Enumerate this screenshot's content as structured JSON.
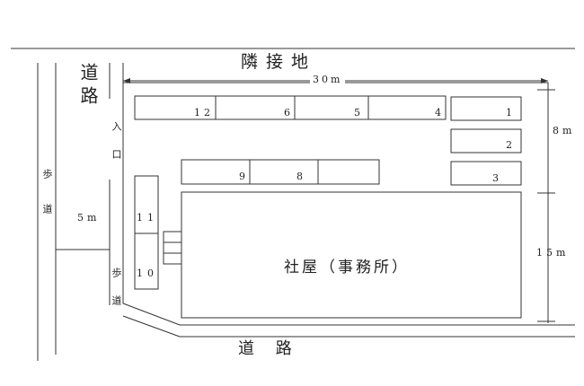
{
  "labels": {
    "neighbor_land": "隣接地",
    "road_top": "道路",
    "road_bottom": "道 路",
    "entrance": "入口",
    "sidewalk_left": "歩道",
    "sidewalk_right": "歩道",
    "office": "社屋（事務所）"
  },
  "dimensions": {
    "width_top": "30m",
    "left_width": "5m",
    "right_upper": "8m",
    "right_lower": "15m"
  },
  "spaces": {
    "s1": "1",
    "s2": "2",
    "s3": "3",
    "s4": "4",
    "s5": "5",
    "s6": "6",
    "s8": "8",
    "s9": "9",
    "s10": "10",
    "s11": "11",
    "s12": "12"
  },
  "colors": {
    "line": "#333333",
    "background": "#ffffff"
  }
}
